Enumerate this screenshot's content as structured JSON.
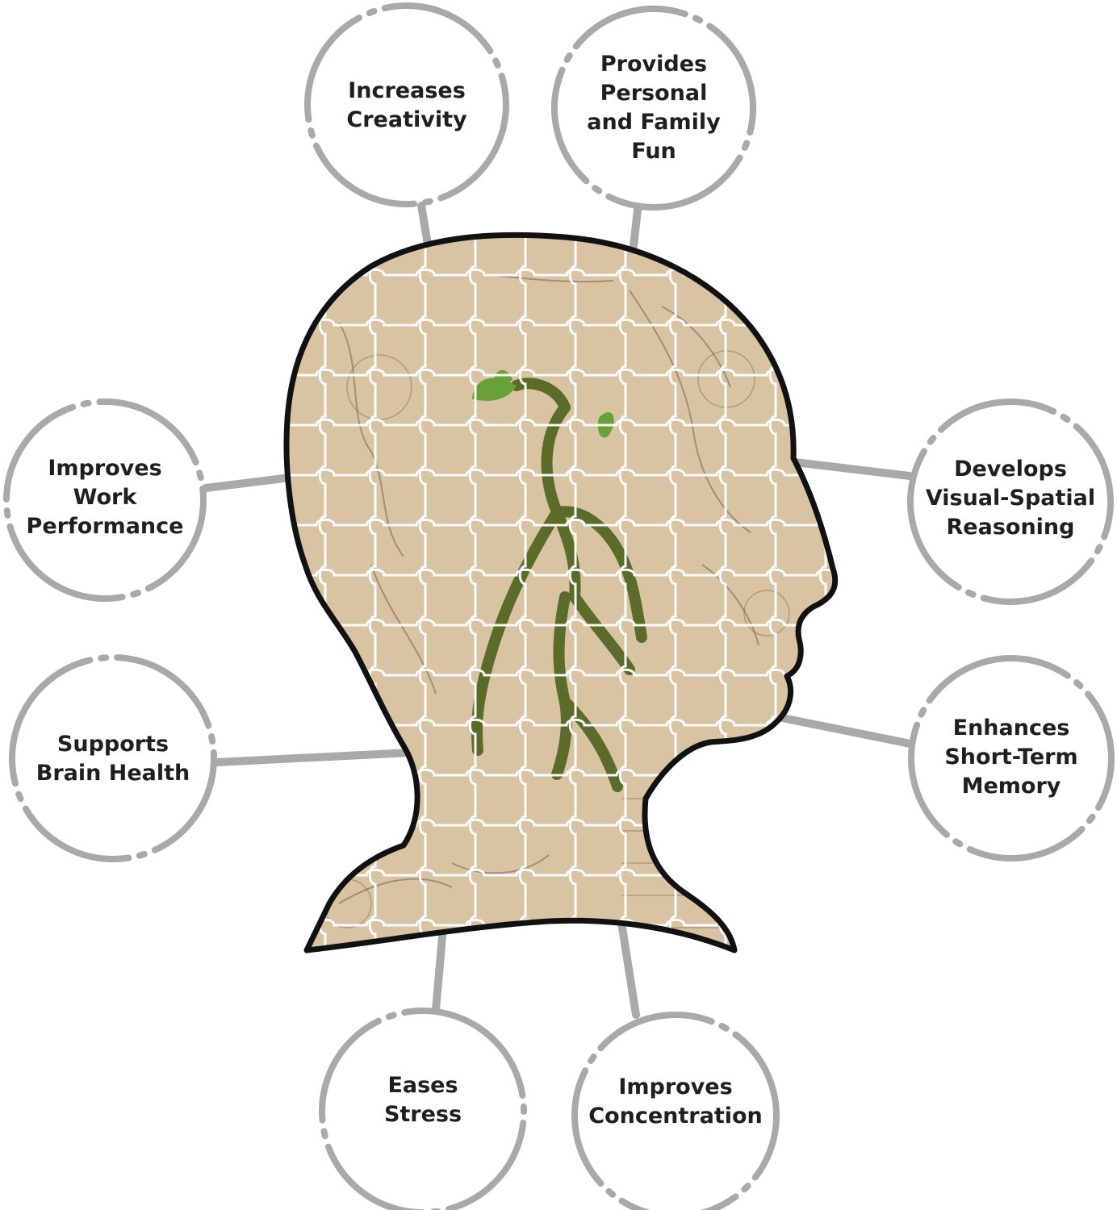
{
  "colors": {
    "ring": "#a9a9a9",
    "connector": "#a9a9a9",
    "head_fill": "#d8c3a2",
    "head_outline": "#111111",
    "puzzle_lines": "#ffffff",
    "sketch": "#7d6a55",
    "sprout": "#5b6b2a",
    "leaf": "#6aa03a",
    "text": "#1f1f1f"
  },
  "benefits": [
    {
      "id": "creativity",
      "label": "Increases\nCreativity"
    },
    {
      "id": "fun",
      "label": "Provides\nPersonal\nand Family\nFun"
    },
    {
      "id": "work",
      "label": "Improves\nWork\nPerformance"
    },
    {
      "id": "spatial",
      "label": "Develops\nVisual-Spatial\nReasoning"
    },
    {
      "id": "brain",
      "label": "Supports\nBrain Health"
    },
    {
      "id": "memory",
      "label": "Enhances\nShort-Term\nMemory"
    },
    {
      "id": "stress",
      "label": "Eases\nStress"
    },
    {
      "id": "concentration",
      "label": "Improves\nConcentration"
    }
  ]
}
